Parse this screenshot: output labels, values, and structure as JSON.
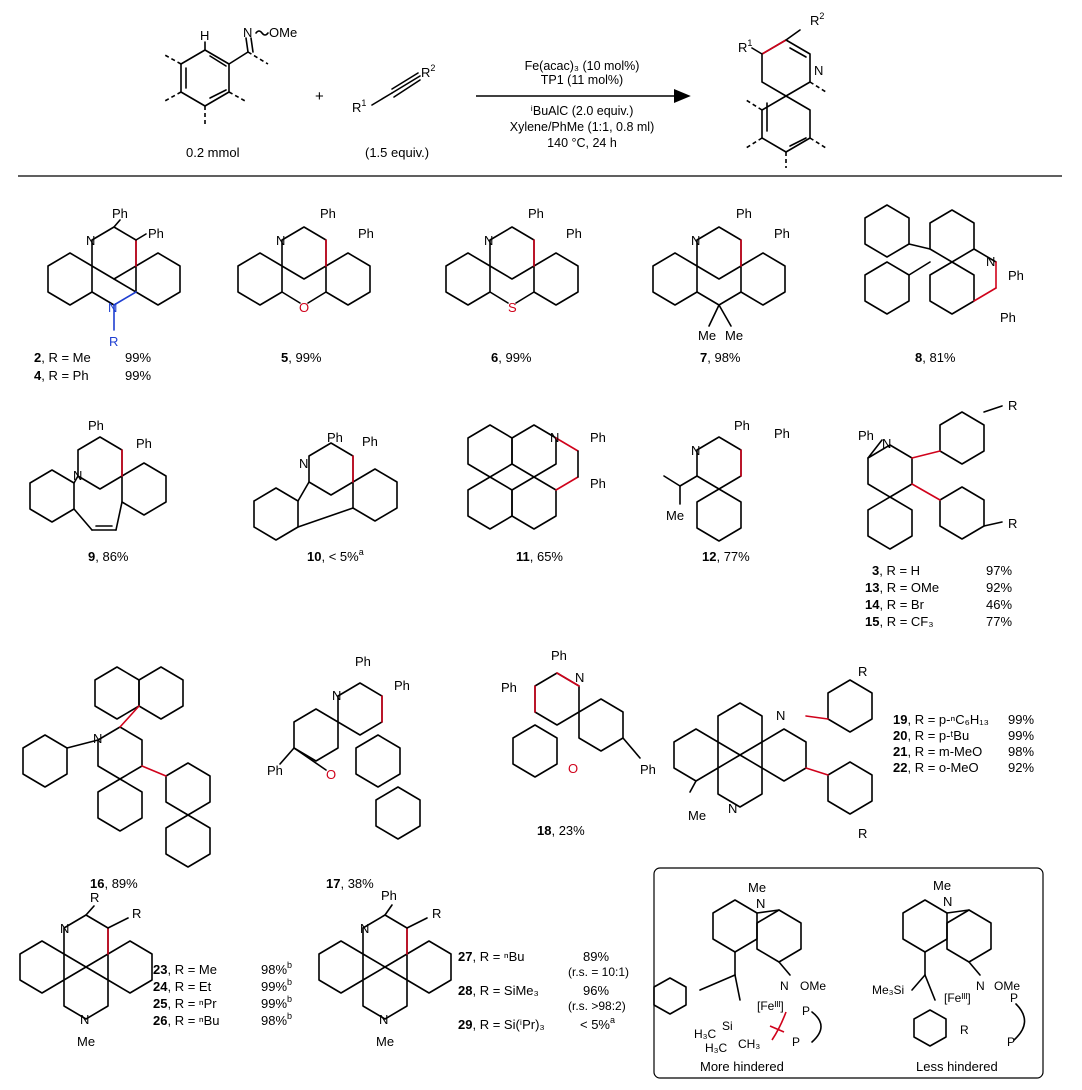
{
  "reaction": {
    "substrate_left": {
      "label": "0.2 mmol",
      "atom_H": "H",
      "atom_N": "N",
      "group": "OMe"
    },
    "plus": "+",
    "alkyne": {
      "r1": "R",
      "r1_sup": "1",
      "r2": "R",
      "r2_sup": "2",
      "equiv": "(1.5 equiv.)"
    },
    "conditions": [
      "Fe(acac)₃ (10 mol%)",
      "TP1 (11 mol%)",
      "ⁱBuAlC (2.0 equiv.)",
      "Xylene/PhMe (1:1, 0.8 ml)",
      "140 °C, 24 h"
    ],
    "product": {
      "r1": "R",
      "r1_sup": "1",
      "r2": "R",
      "r2_sup": "2",
      "atom_N": "N"
    }
  },
  "atoms": {
    "ph": "Ph",
    "n": "N",
    "o": "O",
    "s": "S",
    "me": "Me",
    "r": "R"
  },
  "compounds": [
    {
      "id": "c2",
      "lines": [
        {
          "num": "2",
          "text": ", R = Me",
          "yield": "99%"
        },
        {
          "num": "4",
          "text": ", R = Ph",
          "yield": "99%"
        }
      ]
    },
    {
      "id": "c5",
      "num": "5",
      "yield": ", 99%"
    },
    {
      "id": "c6",
      "num": "6",
      "yield": ", 99%"
    },
    {
      "id": "c7",
      "num": "7",
      "yield": ", 98%"
    },
    {
      "id": "c8",
      "num": "8",
      "yield": ", 81%"
    },
    {
      "id": "c9",
      "num": "9",
      "yield": ", 86%"
    },
    {
      "id": "c10",
      "num": "10",
      "yield": ", < 5%",
      "sup": "a"
    },
    {
      "id": "c11",
      "num": "11",
      "yield": ", 65%"
    },
    {
      "id": "c12",
      "num": "12",
      "yield": ", 77%"
    },
    {
      "id": "c3",
      "lines": [
        {
          "num": "3",
          "text": ", R = H",
          "yield": "97%"
        },
        {
          "num": "13",
          "text": ", R = OMe",
          "yield": "92%"
        },
        {
          "num": "14",
          "text": ", R = Br",
          "yield": "46%"
        },
        {
          "num": "15",
          "text": ", R = CF₃",
          "yield": "77%"
        }
      ]
    },
    {
      "id": "c16",
      "num": "16",
      "yield": ", 89%"
    },
    {
      "id": "c17",
      "num": "17",
      "yield": ", 38%"
    },
    {
      "id": "c18",
      "num": "18",
      "yield": ", 23%"
    },
    {
      "id": "c19",
      "lines": [
        {
          "num": "19",
          "text": ", R = p-ⁿC₆H₁₃",
          "yield": "99%"
        },
        {
          "num": "20",
          "text": ", R = p-ᵗBu",
          "yield": "99%"
        },
        {
          "num": "21",
          "text": ", R = m-MeO",
          "yield": "98%"
        },
        {
          "num": "22",
          "text": ", R = o-MeO",
          "yield": "92%"
        }
      ]
    },
    {
      "id": "c23",
      "lines": [
        {
          "num": "23",
          "text": ",  R = Me",
          "yield": "98%",
          "sup": "b"
        },
        {
          "num": "24",
          "text": ",  R = Et",
          "yield": "99%",
          "sup": "b"
        },
        {
          "num": "25",
          "text": ",  R = ⁿPr",
          "yield": "99%",
          "sup": "b"
        },
        {
          "num": "26",
          "text": ",  R = ⁿBu",
          "yield": "98%",
          "sup": "b"
        }
      ]
    },
    {
      "id": "c27",
      "lines": [
        {
          "num": "27",
          "text": ",   R = ⁿBu",
          "yield": "89%",
          "note": "(r.s. = 10:1)"
        },
        {
          "num": "28",
          "text": ",   R = SiMe₃",
          "yield": "96%",
          "note": "(r.s. >98:2)"
        },
        {
          "num": "29",
          "text": ",   R = Si(ⁱPr)₃",
          "yield": "< 5%",
          "sup": "a"
        }
      ]
    }
  ],
  "inset": {
    "left_caption": "More hindered",
    "right_caption": "Less hindered",
    "fe": "[Feᴵᴵᴵ]",
    "p": "P",
    "si": "Si",
    "me3si": "Me₃Si",
    "h3c": "H₃C",
    "ch3": "CH₃",
    "ome": "OMe"
  }
}
